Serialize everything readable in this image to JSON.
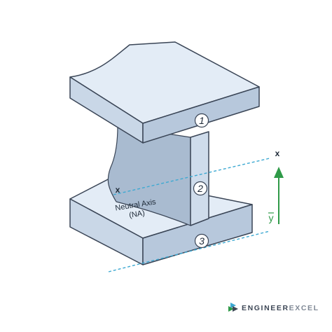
{
  "labels": {
    "x_left": "x",
    "x_right": "x",
    "neutral_axis_line1": "Neutral Axis",
    "neutral_axis_line2": "(NA)",
    "y_bar": "y",
    "part_1": "1",
    "part_2": "2",
    "part_3": "3"
  },
  "brand": {
    "name_part1": "ENGINEER",
    "name_part2": "EXCEL"
  },
  "colors": {
    "top_face": "#e3ecf6",
    "front_face": "#b7c8dc",
    "side_face": "#c9d7e7",
    "web_face": "#a9bbd0",
    "web_front": "#cfdceb",
    "outline": "#3a4556",
    "dashed_line": "#3da9d2",
    "arrow": "#2f9a48",
    "brand_dark": "#3d4756",
    "brand_light": "#7f8895"
  }
}
